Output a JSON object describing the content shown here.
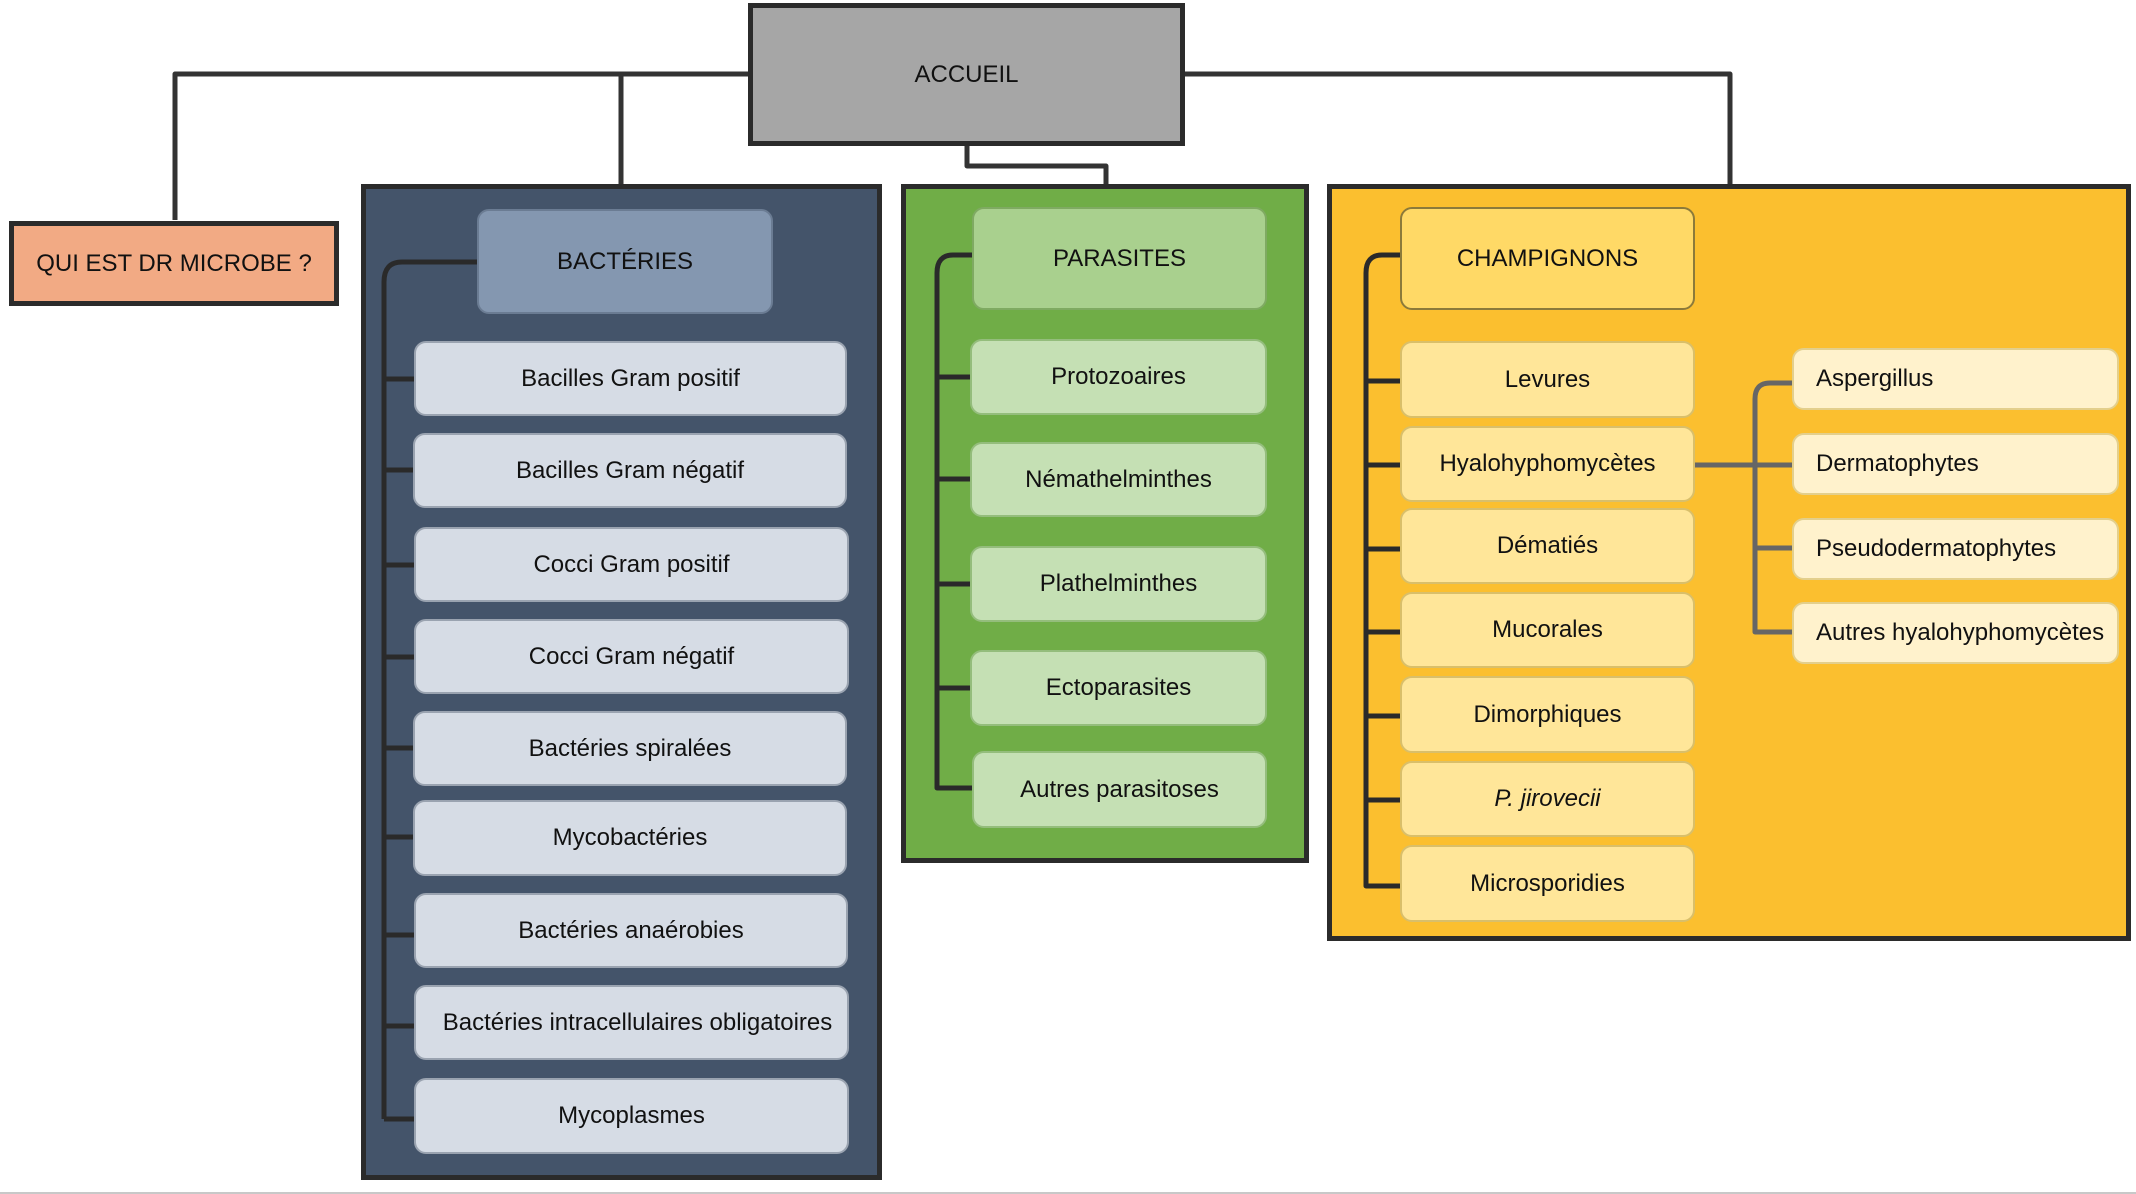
{
  "home": {
    "label": "ACCUEIL"
  },
  "about": {
    "label": "QUI EST DR MICROBE ?"
  },
  "bacteria": {
    "title": "BACTÉRIES",
    "items": [
      "Bacilles Gram positif",
      "Bacilles Gram négatif",
      "Cocci Gram positif",
      "Cocci Gram négatif",
      "Bactéries spiralées",
      "Mycobactéries",
      "Bactéries anaérobies",
      "Bactéries intracellulaires obligatoires",
      "Mycoplasmes"
    ]
  },
  "parasites": {
    "title": "PARASITES",
    "items": [
      "Protozoaires",
      "Némathelminthes",
      "Plathelminthes",
      "Ectoparasites",
      "Autres parasitoses"
    ]
  },
  "fungi": {
    "title": "CHAMPIGNONS",
    "items": [
      "Levures",
      "Hyalohyphomycètes",
      "Dématiés",
      "Mucorales",
      "Dimorphiques",
      "P. jirovecii",
      "Microsporidies"
    ],
    "hyalo_sub": [
      "Aspergillus",
      "Dermatophytes",
      "Pseudodermatophytes",
      "Autres hyalohyphomycètes"
    ]
  },
  "colors": {
    "home": "#a6a6a6",
    "about": "#f2aa84",
    "bacteria_panel": "#44546a",
    "parasites_panel": "#70ad47",
    "fungi_panel": "#fbbf2f"
  }
}
